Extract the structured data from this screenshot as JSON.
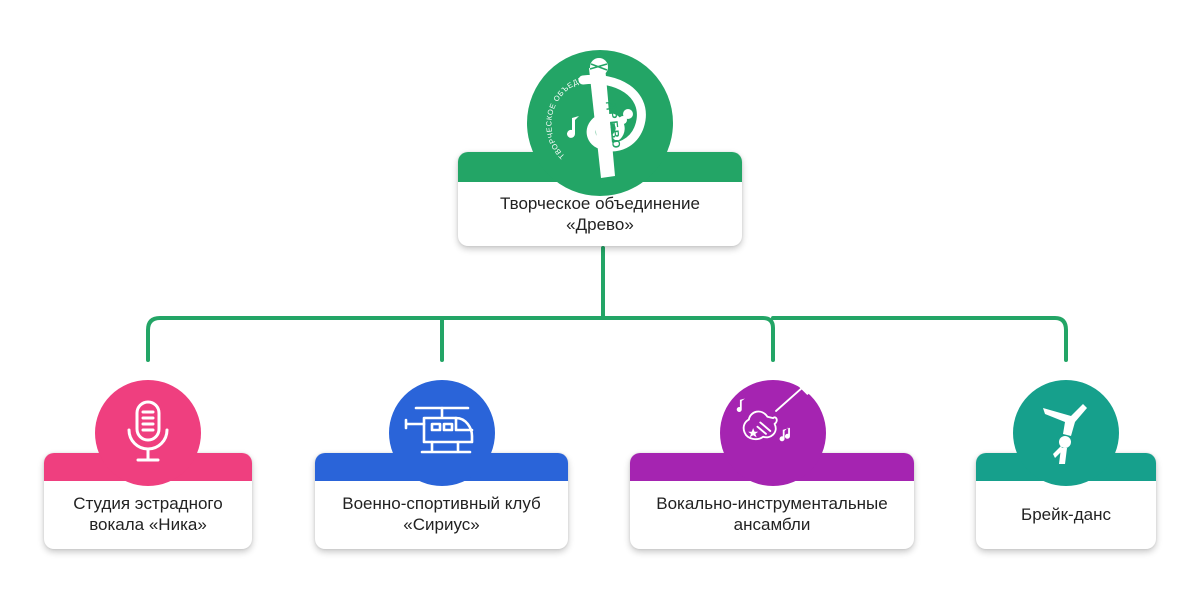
{
  "root": {
    "label": "Творческое объединение\n«Древо»",
    "logo_text": "ТВОРЧЕСКОЕ ОБЪЕДИНЕНИЕ",
    "logo_word": "ДРЕВО",
    "color": "#23a566",
    "icon": "drevo-logo-icon"
  },
  "connector_color": "#23a566",
  "children": [
    {
      "label": "Студия эстрадного\nвокала «Ника»",
      "color": "#ef3f7f",
      "icon": "microphone-icon"
    },
    {
      "label": "Военно-спортивный клуб\n«Сириус»",
      "color": "#2a64d9",
      "icon": "helicopter-icon"
    },
    {
      "label": "Вокально-инструментальные\nансамбли",
      "color": "#a524b1",
      "icon": "guitar-icon"
    },
    {
      "label": "Брейк-данс",
      "color": "#16a08c",
      "icon": "breakdancer-icon"
    }
  ]
}
